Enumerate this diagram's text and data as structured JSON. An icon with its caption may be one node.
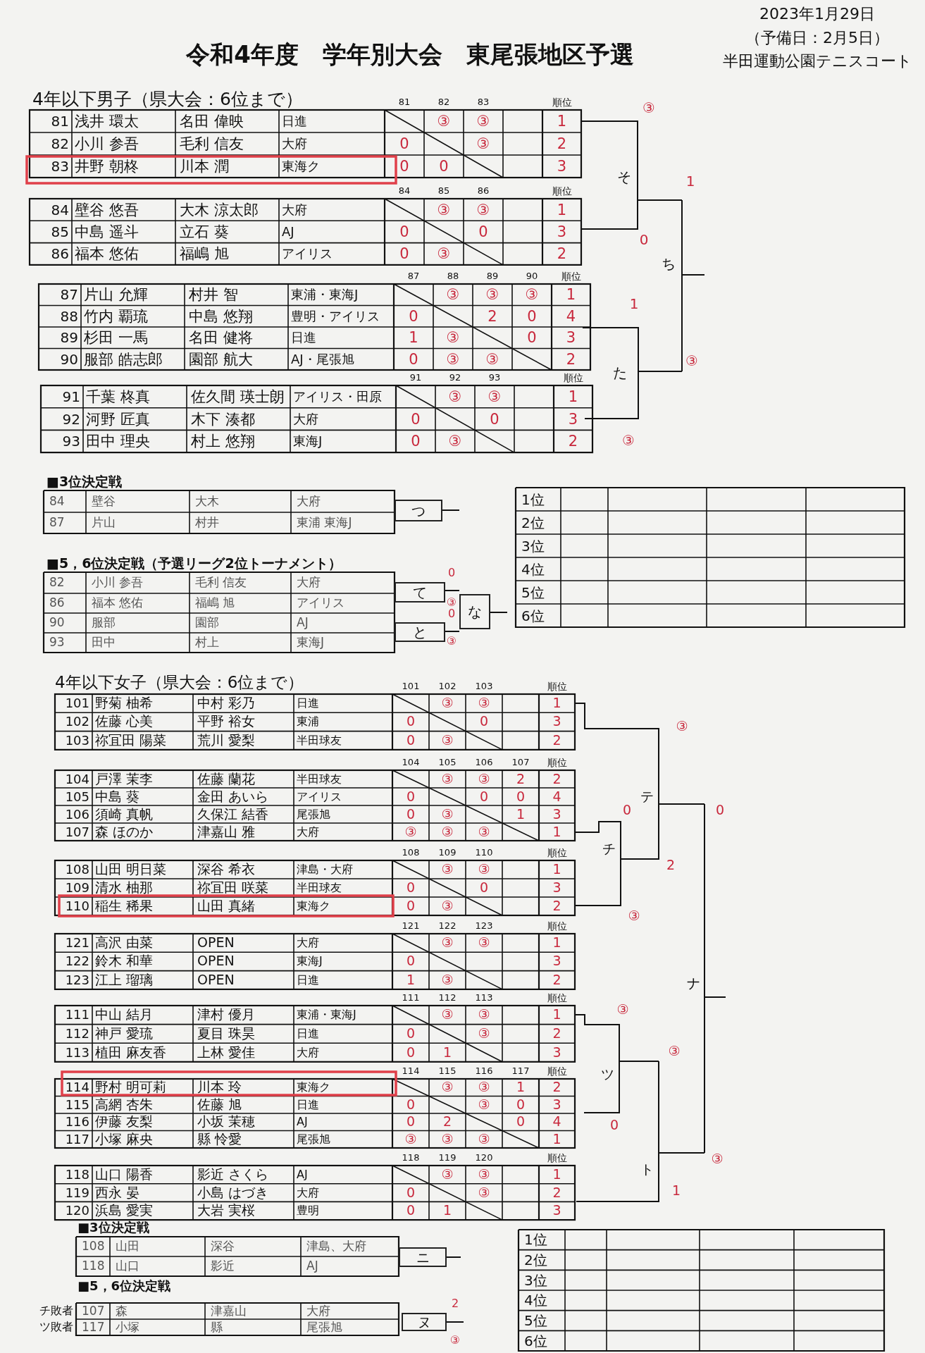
{
  "diagram": {
    "title": "令和4年度　学年別大会　東尾張地区予選",
    "labels": [
      "2023年1月29日",
      "（予備日：2月5日）",
      "半田運動公園テニスコート",
      "4年以下男子（県大会：6位まで）",
      "81",
      "82",
      "83",
      "順位",
      "81",
      "浅井 環太",
      "名田 偉映",
      "日進",
      "③",
      "③",
      "1",
      "82",
      "小川 参吾",
      "毛利 信友",
      "大府",
      "0",
      "③",
      "2",
      "83",
      "井野 朝柊",
      "川本 潤",
      "東海ク",
      "0",
      "0",
      "3",
      "84",
      "85",
      "86",
      "順位",
      "84",
      "壁谷 悠吾",
      "大木 涼太郎",
      "大府",
      "③",
      "③",
      "1",
      "85",
      "中島 遥斗",
      "立石 葵",
      "AJ",
      "0",
      "0",
      "3",
      "86",
      "福本 悠佑",
      "福嶋 旭",
      "アイリス",
      "0",
      "③",
      "2",
      "87",
      "88",
      "89",
      "90",
      "順位",
      "87",
      "片山 允輝",
      "村井 智",
      "東浦・東海J",
      "③",
      "③",
      "③",
      "1",
      "88",
      "竹内 覇琉",
      "中島 悠翔",
      "豊明・アイリス",
      "0",
      "2",
      "0",
      "4",
      "89",
      "杉田 一馬",
      "名田 健将",
      "日進",
      "1",
      "③",
      "0",
      "3",
      "90",
      "服部 皓志郎",
      "園部 航大",
      "AJ・尾張旭",
      "0",
      "③",
      "③",
      "2",
      "91",
      "92",
      "93",
      "順位",
      "91",
      "千葉 柊真",
      "佐久間 瑛士朗",
      "アイリス・田原",
      "③",
      "③",
      "1",
      "92",
      "河野 匠真",
      "木下 湊都",
      "大府",
      "0",
      "0",
      "3",
      "93",
      "田中 理央",
      "村上 悠翔",
      "東海J",
      "0",
      "③",
      "2",
      "③",
      "そ",
      "0",
      "1",
      "ち",
      "1",
      "た",
      "③",
      "③",
      "■3位決定戦",
      "84",
      "壁谷",
      "大木",
      "大府",
      "87",
      "片山",
      "村井",
      "東浦 東海J",
      "つ",
      "■5，6位決定戦（予選リーグ2位トーナメント）",
      "82",
      "小川 参吾",
      "毛利 信友",
      "大府",
      "86",
      "福本 悠佑",
      "福嶋 旭",
      "アイリス",
      "90",
      "服部",
      "園部",
      "AJ",
      "93",
      "田中",
      "村上",
      "東海J",
      "て",
      "と",
      "な",
      "0",
      "③",
      "0",
      "③",
      "1位",
      "2位",
      "3位",
      "4位",
      "5位",
      "6位",
      "4年以下女子（県大会：6位まで）",
      "101",
      "102",
      "103",
      "順位",
      "101",
      "野菊 柚希",
      "中村 彩乃",
      "日進",
      "③",
      "③",
      "1",
      "102",
      "佐藤 心美",
      "平野 裕女",
      "東浦",
      "0",
      "0",
      "3",
      "103",
      "祢冝田 陽菜",
      "荒川 愛梨",
      "半田球友",
      "0",
      "③",
      "2",
      "104",
      "105",
      "106",
      "107",
      "順位",
      "104",
      "戸澤 茉李",
      "佐藤 蘭花",
      "半田球友",
      "③",
      "③",
      "2",
      "2",
      "105",
      "中島 葵",
      "金田 あいら",
      "アイリス",
      "0",
      "0",
      "0",
      "4",
      "106",
      "須崎 真帆",
      "久保江 結香",
      "尾張旭",
      "0",
      "③",
      "1",
      "3",
      "107",
      "森 ほのか",
      "津嘉山 雅",
      "大府",
      "③",
      "③",
      "③",
      "1",
      "108",
      "109",
      "110",
      "順位",
      "108",
      "山田 明日菜",
      "深谷 希衣",
      "津島・大府",
      "③",
      "③",
      "1",
      "109",
      "清水 柚那",
      "祢冝田 咲菜",
      "半田球友",
      "0",
      "0",
      "3",
      "110",
      "稲生 稀果",
      "山田 真緒",
      "東海ク",
      "0",
      "③",
      "2",
      "121",
      "122",
      "123",
      "順位",
      "121",
      "高沢 由菜",
      "OPEN",
      "大府",
      "③",
      "③",
      "1",
      "122",
      "鈴木 和華",
      "OPEN",
      "東海J",
      "0",
      "3",
      "123",
      "江上 瑠璃",
      "OPEN",
      "日進",
      "1",
      "③",
      "2",
      "111",
      "112",
      "113",
      "順位",
      "111",
      "中山 結月",
      "津村 優月",
      "東浦・東海J",
      "③",
      "③",
      "1",
      "112",
      "神戸 愛琉",
      "夏目 珠昊",
      "日進",
      "0",
      "③",
      "2",
      "113",
      "植田 麻友香",
      "上林 愛佳",
      "大府",
      "0",
      "1",
      "3",
      "114",
      "115",
      "116",
      "117",
      "順位",
      "114",
      "野村 明可莉",
      "川本 玲",
      "東海ク",
      "③",
      "③",
      "1",
      "2",
      "115",
      "高網 杏朱",
      "佐藤 旭",
      "日進",
      "0",
      "③",
      "0",
      "3",
      "116",
      "伊藤 友梨",
      "小坂 茉穂",
      "AJ",
      "0",
      "2",
      "0",
      "4",
      "117",
      "小塚 麻央",
      "縣 怜愛",
      "尾張旭",
      "③",
      "③",
      "③",
      "1",
      "118",
      "119",
      "120",
      "順位",
      "118",
      "山口 陽香",
      "影近 さくら",
      "AJ",
      "③",
      "③",
      "1",
      "119",
      "西永 晏",
      "小島 はづき",
      "大府",
      "0",
      "③",
      "2",
      "120",
      "浜島 愛実",
      "大岩 実桜",
      "豊明",
      "0",
      "1",
      "3",
      "③",
      "テ",
      "0",
      "0",
      "チ",
      "2",
      "③",
      "ナ",
      "③",
      "③",
      "ツ",
      "0",
      "③",
      "ト",
      "1",
      "■3位決定戦",
      "108",
      "山田",
      "深谷",
      "津島、大府",
      "118",
      "山口",
      "影近",
      "AJ",
      "ニ",
      "■5，6位決定戦",
      "チ敗者",
      "ツ敗者",
      "107",
      "森",
      "津嘉山",
      "大府",
      "117",
      "小塚",
      "縣",
      "尾張旭",
      "ヌ",
      "2",
      "③",
      "1位",
      "2位",
      "3位",
      "4位",
      "5位",
      "6位"
    ]
  }
}
